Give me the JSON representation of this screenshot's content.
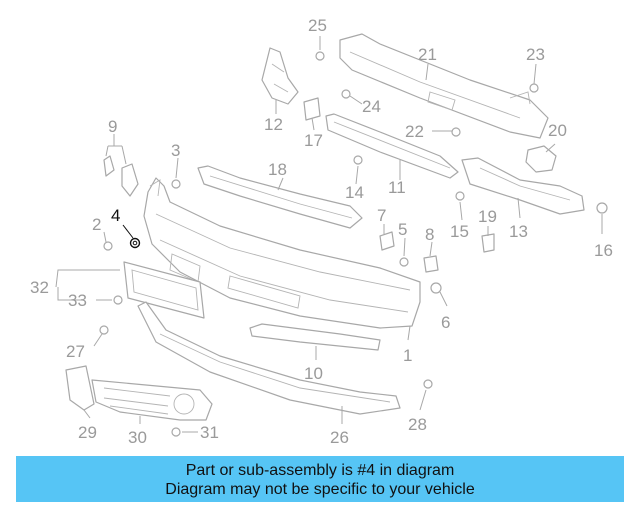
{
  "diagram": {
    "highlighted_part": "4",
    "callouts": [
      "1",
      "2",
      "3",
      "4",
      "5",
      "6",
      "7",
      "8",
      "9",
      "10",
      "11",
      "12",
      "13",
      "14",
      "15",
      "16",
      "17",
      "18",
      "19",
      "20",
      "21",
      "22",
      "23",
      "24",
      "25",
      "26",
      "27",
      "28",
      "29",
      "30",
      "31",
      "32",
      "33"
    ]
  },
  "caption": {
    "line1": "Part or sub-assembly is #4 in diagram",
    "line2": "Diagram may not be specific to your vehicle"
  }
}
